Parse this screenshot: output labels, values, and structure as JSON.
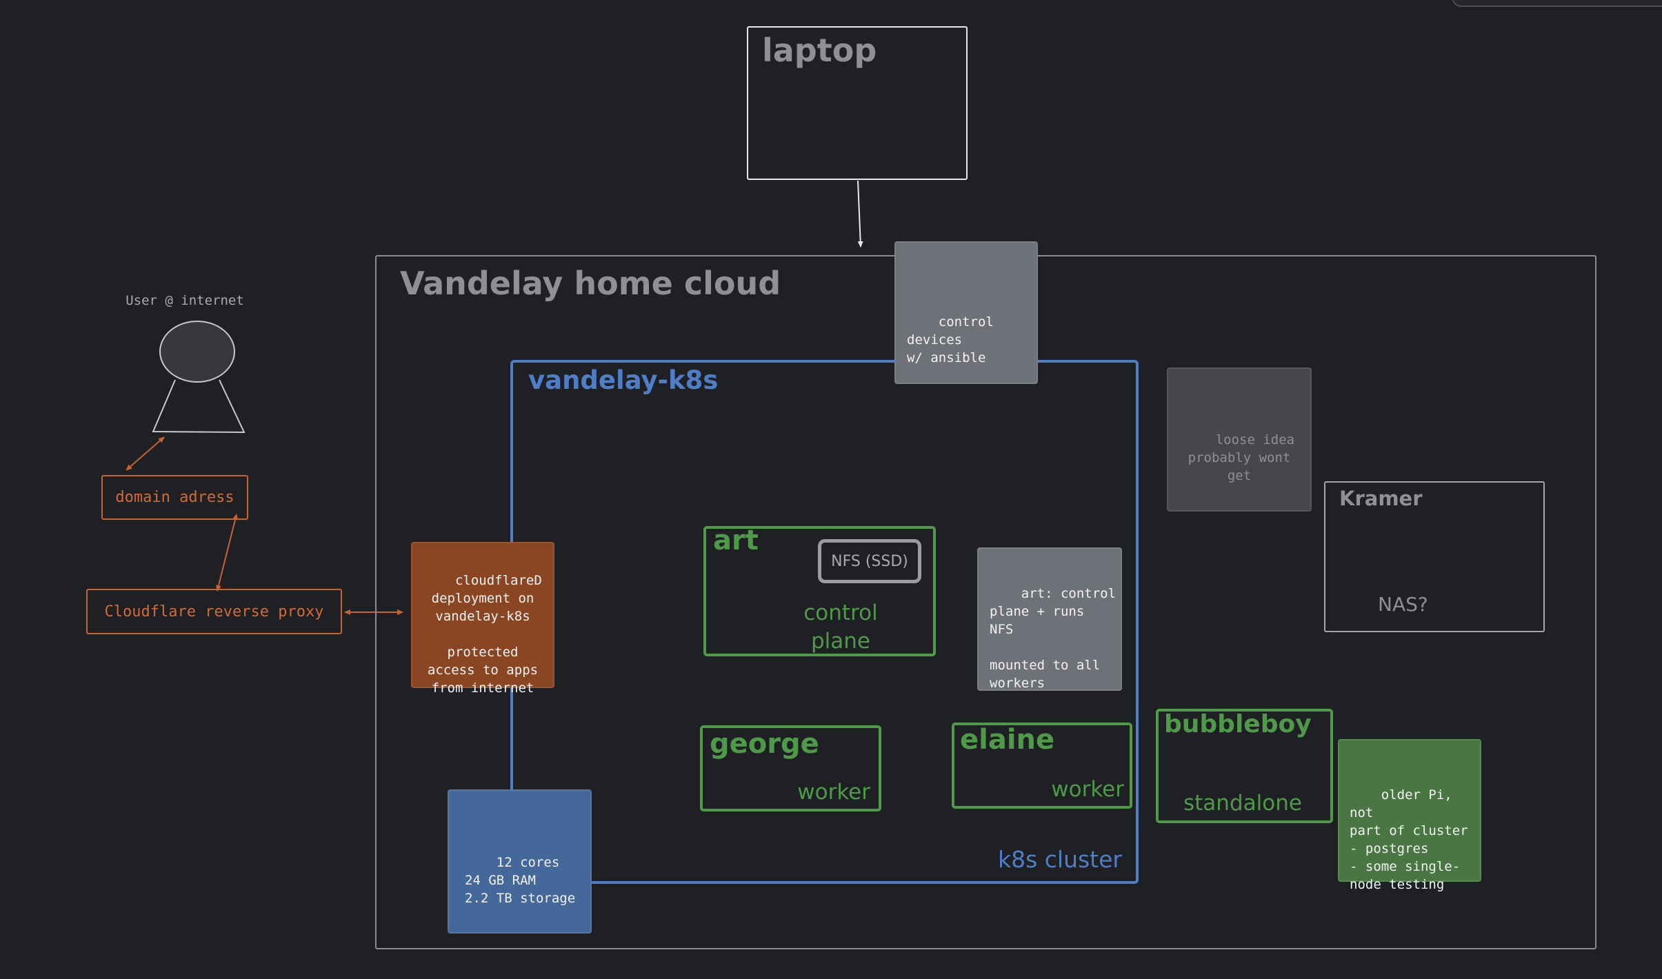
{
  "diagram": {
    "laptop": {
      "title": "laptop"
    },
    "home_cloud": {
      "title": "Vandelay home cloud"
    },
    "user": {
      "label": "User @ internet"
    },
    "domain": {
      "label": "domain adress"
    },
    "proxy": {
      "label": "Cloudflare reverse proxy"
    },
    "ansible_note": {
      "text": "control devices\nw/ ansible"
    },
    "k8s": {
      "title": "vandelay-k8s",
      "footer": "k8s cluster"
    },
    "cloudflared_note": {
      "text": "cloudflareD\ndeployment on\nvandelay-k8s\n\nprotected\naccess to apps\nfrom internet"
    },
    "art": {
      "name": "art",
      "nfs": "NFS (SSD)",
      "role": "control\nplane"
    },
    "art_note": {
      "text": "art: control\nplane + runs\nNFS\n\nmounted to all\nworkers"
    },
    "george": {
      "name": "george",
      "role": "worker"
    },
    "elaine": {
      "name": "elaine",
      "role": "worker"
    },
    "specs_note": {
      "text": "12 cores\n24 GB RAM\n2.2 TB storage"
    },
    "loose_note": {
      "text": "loose idea\nprobably wont\nget"
    },
    "kramer": {
      "name": "Kramer",
      "role": "NAS?"
    },
    "bubbleboy": {
      "name": "bubbleboy",
      "role": "standalone"
    },
    "pi_note": {
      "text": "older Pi, not\npart of cluster\n- postgres\n- some single-\nnode testing"
    }
  },
  "colors": {
    "background": "#1e2024",
    "white": "#e8e8e8",
    "grey": "#8a8d92",
    "blue": "#4f7ec9",
    "green": "#4f9a49",
    "orange": "#c8622f",
    "note_grey": "#6e7177",
    "note_dark": "#45474c",
    "note_orange": "#8a4622",
    "note_blue": "#446899",
    "note_green": "#4a7644"
  }
}
